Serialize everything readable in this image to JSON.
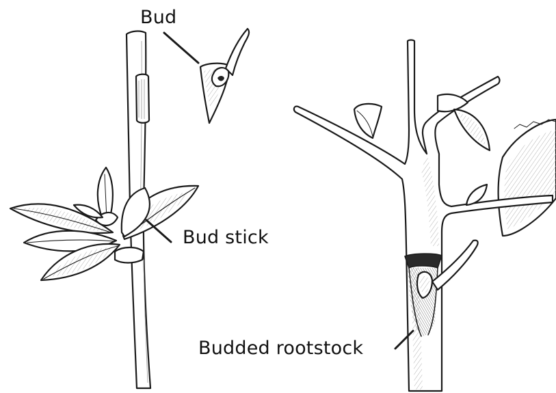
{
  "labels": {
    "bud": "Bud",
    "bud_stick": "Bud stick",
    "budded_rootstock": "Budded rootstock"
  },
  "colors": {
    "ink": "#1a1a1a",
    "background": "#ffffff",
    "shading": "#9a9a9a",
    "dark_cut": "#2a2a2a"
  }
}
